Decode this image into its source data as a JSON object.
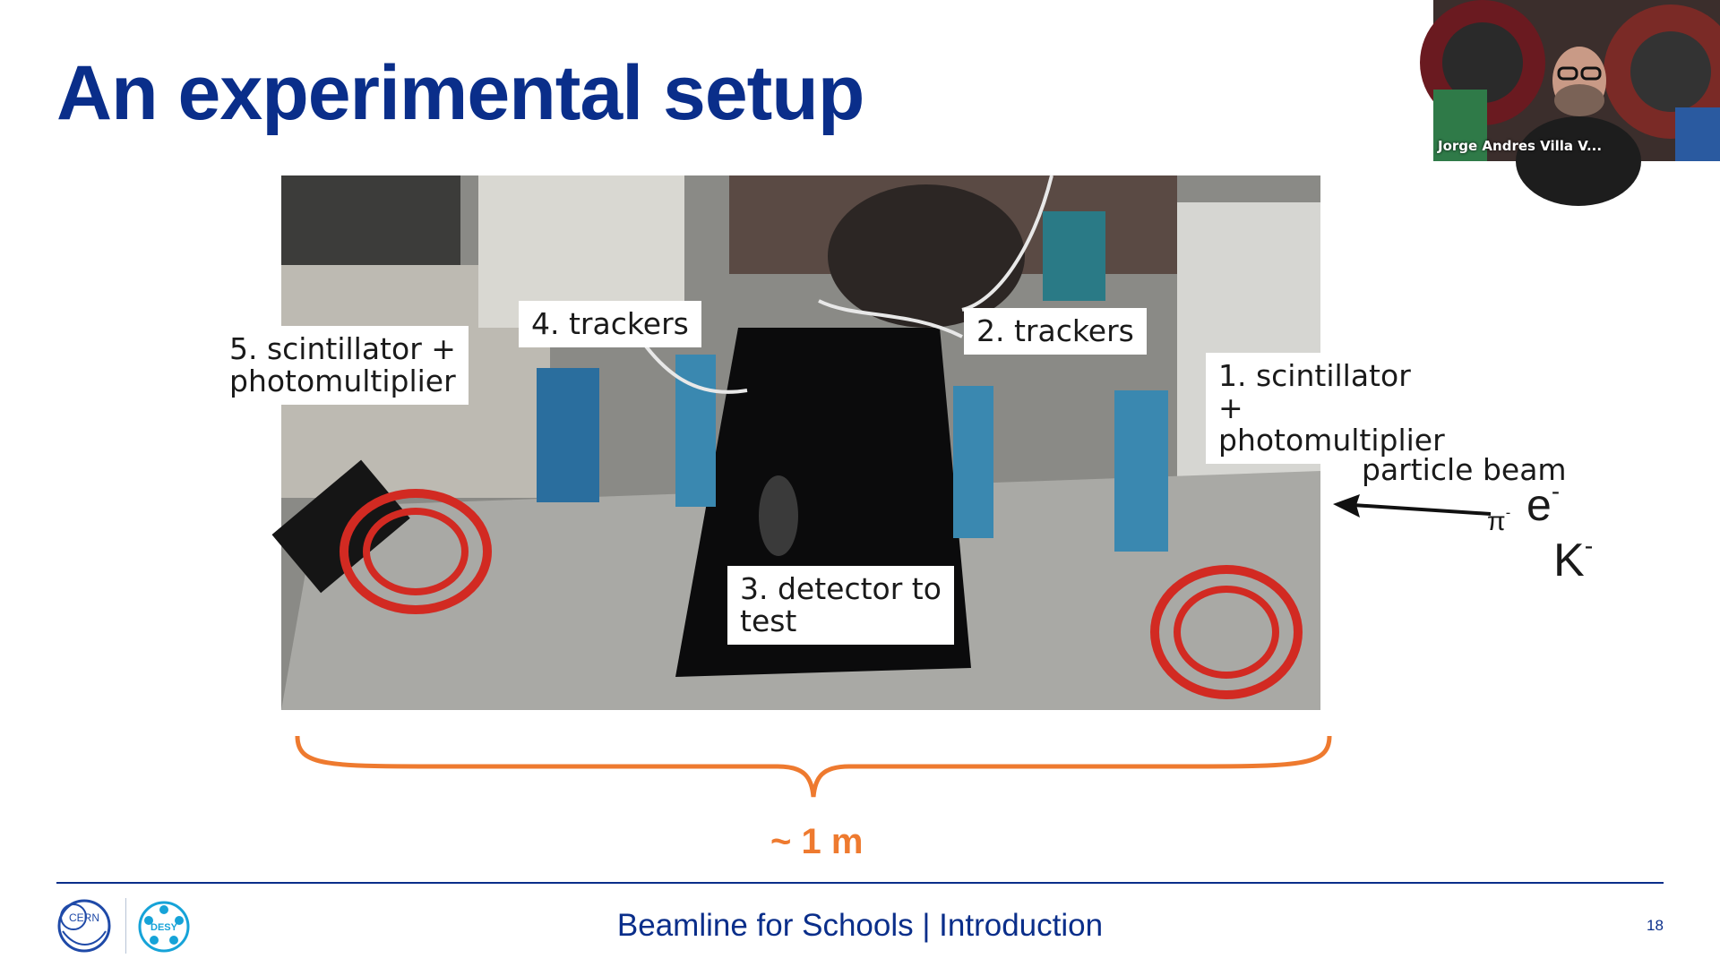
{
  "slide": {
    "title": "An experimental setup",
    "labels": {
      "scint5": "5. scintillator +\nphotomultiplier",
      "trackers4": "4. trackers",
      "trackers2": "2. trackers",
      "scint1": "1. scintillator +\nphotomultiplier",
      "detector3": "3. detector to\ntest"
    },
    "beam_label": "particle beam",
    "particles": {
      "pi": "π",
      "pi_sup": "-",
      "e": "e",
      "e_sup": "-",
      "k": "K",
      "k_sup": "-"
    },
    "length": "~ 1 m",
    "footer": "Beamline for Schools | Introduction",
    "page": "18",
    "logos": [
      "CERN",
      "DESY"
    ]
  },
  "video": {
    "name": "Jorge Andres Villa V..."
  },
  "colors": {
    "title": "#0a2e8a",
    "accent": "#ee7a2f"
  }
}
